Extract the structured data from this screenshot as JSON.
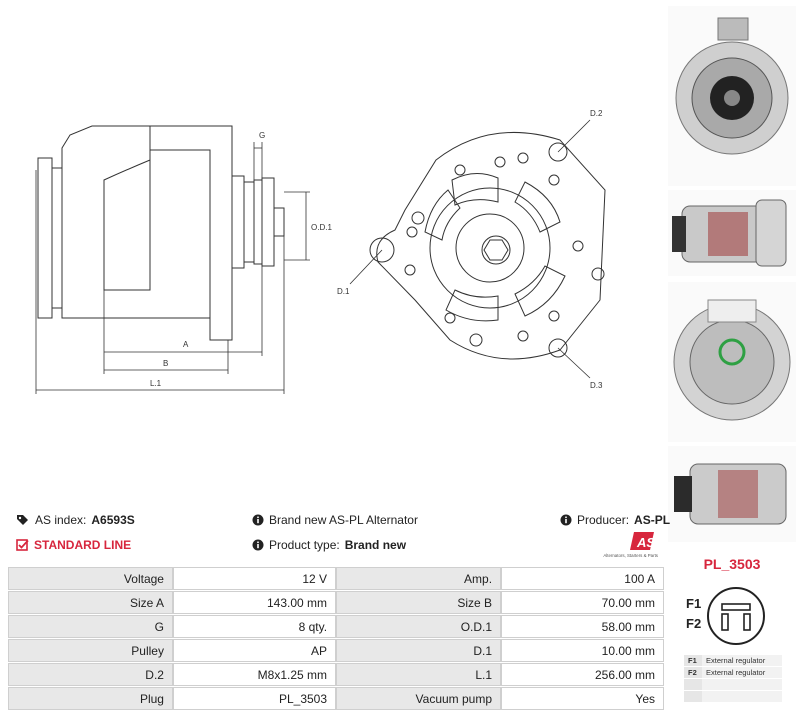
{
  "drawing": {
    "labels": {
      "g": "G",
      "od1": "O.D.1",
      "a": "A",
      "b": "B",
      "l1": "L.1",
      "d1": "D.1",
      "d2": "D.2",
      "d3": "D.3"
    }
  },
  "info": {
    "as_index_label": "AS index:",
    "as_index_value": "A6593S",
    "standard_line": "STANDARD LINE",
    "brand_new": "Brand new AS-PL Alternator",
    "product_type_label": "Product type:",
    "product_type_value": "Brand new",
    "producer_label": "Producer:",
    "producer_value": "AS-PL",
    "logo_text": "AS",
    "logo_sub": "Alternators, Starters & Parts"
  },
  "specs": [
    {
      "l1": "Voltage",
      "v1": "12 V",
      "l2": "Amp.",
      "v2": "100 A"
    },
    {
      "l1": "Size A",
      "v1": "143.00 mm",
      "l2": "Size B",
      "v2": "70.00 mm"
    },
    {
      "l1": "G",
      "v1": "8 qty.",
      "l2": "O.D.1",
      "v2": "58.00 mm"
    },
    {
      "l1": "Pulley",
      "v1": "AP",
      "l2": "D.1",
      "v2": "10.00 mm"
    },
    {
      "l1": "D.2",
      "v1": "M8x1.25 mm",
      "l2": "L.1",
      "v2": "256.00 mm"
    },
    {
      "l1": "Plug",
      "v1": "PL_3503",
      "l2": "Vacuum pump",
      "v2": "Yes"
    }
  ],
  "plug": {
    "title": "PL_3503",
    "f1": "F1",
    "f2": "F2",
    "legend": [
      {
        "k": "F1",
        "v": "External regulator"
      },
      {
        "k": "F2",
        "v": "External regulator"
      }
    ]
  },
  "colors": {
    "accent": "#d7263d",
    "label_bg": "#e8e8e8",
    "line": "#333333"
  }
}
